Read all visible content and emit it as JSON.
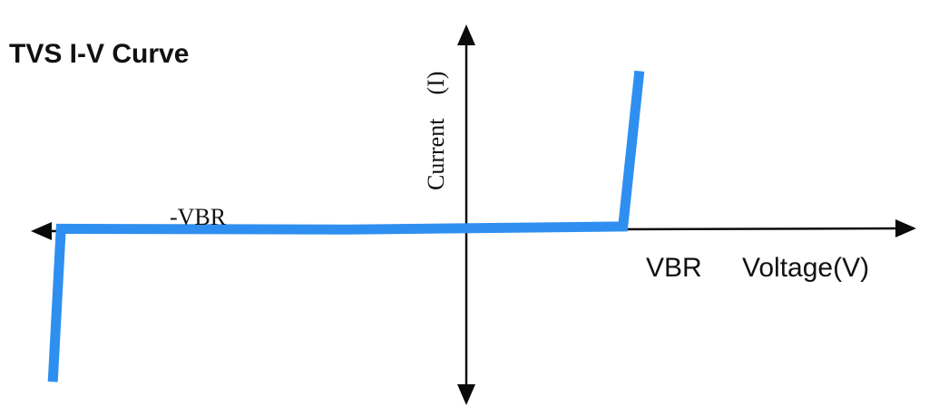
{
  "chart_data": {
    "type": "line",
    "title": "TVS I-V Curve",
    "xlabel": "Voltage(V)",
    "ylabel": "Current    (I)",
    "tick_labels": {
      "negative_breakdown": "-VBR",
      "positive_breakdown": "VBR"
    },
    "xlim": [
      -1.16,
      2.07
    ],
    "ylim": [
      -1.15,
      1.3
    ],
    "grid": false,
    "legend": "none",
    "series": [
      {
        "color": "#2f8ff0",
        "x": [
          -1.08,
          -1.05,
          0.0,
          1.0,
          1.06
        ],
        "y": [
          -1.0,
          -0.015,
          -0.02,
          0.0,
          1.0
        ]
      }
    ],
    "axis_color": "#0a0a0a"
  }
}
